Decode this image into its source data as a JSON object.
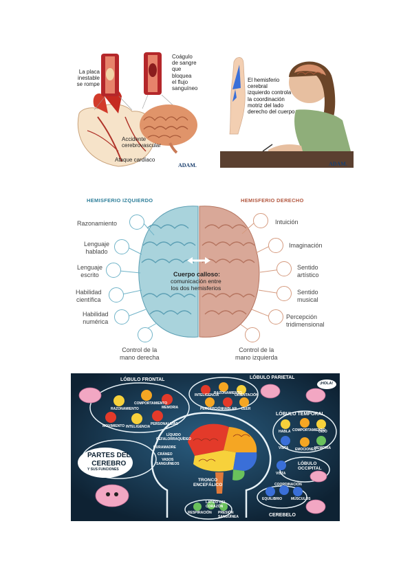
{
  "top_left": {
    "plaque_label": "La placa\ninestable\nse rompe",
    "clot_label": "Coágulo\nde sangre\nque\nbloquea\nel flujo\nsanguíneo",
    "stroke_label": "Accidente\ncerebrovascular",
    "heart_label": "Ataque cardíaco",
    "brand": "ADAM."
  },
  "top_right": {
    "caption": "El hemisferio\ncerebral\nizquierdo controla\nla coordinación\nmotriz del lado\nderecho del cuerpo",
    "brand": "ADAM."
  },
  "hemispheres": {
    "left_title": "HEMISFERIO IZQUIERDO",
    "right_title": "HEMISFERIO DERECHO",
    "left_items": [
      "Razonamiento",
      "Lenguaje\nhablado",
      "Lenguaje\nescrito",
      "Habilidad\ncientífica",
      "Habilidad\nnumérica"
    ],
    "left_bottom": "Control de la\nmano derecha",
    "right_items": [
      "Intuición",
      "Imaginación",
      "Sentido\nartístico",
      "Sentido\nmusical",
      "Percepción\ntridimensional"
    ],
    "right_bottom": "Control de la\nmano izquierda",
    "center_title": "Cuerpo calloso:",
    "center_text": "comunicación entre\nlos dos hemisferios",
    "colors": {
      "left": "#2f7f9a",
      "right": "#b2573f",
      "left_brain": "#a9d3dc",
      "right_brain": "#d9a898"
    }
  },
  "brain_parts": {
    "frontal": "LÓBULO FRONTAL",
    "parietal": "LÓBULO PARIETAL",
    "temporal": "LÓBULO TEMPORAL",
    "occipital": "LÓBULO\nOCCIPITAL",
    "cerebelo": "CEREBELO",
    "tronco": "TRONCO\nENCEFÁLICO",
    "title": "PARTES DEL\nCEREBRO",
    "subtitle": "Y SUS FUNCIONES",
    "hola": "¡HOLA!",
    "frontal_items": [
      "RAZONAMIENTO",
      "COMPORTAMIENTO",
      "MEMORIA",
      "MOVIMIENTO",
      "INTELIGENCIA",
      "PERSONALIDAD"
    ],
    "parietal_items": [
      "INTELIGENCIA",
      "RAZONAMIENTO",
      "ORIENTACIÓN",
      "PERCEPCIÓN",
      "HABLAR",
      "LEER"
    ],
    "temporal_items": [
      "HABLA",
      "COMPORTAMIENTO",
      "OÍDO",
      "VISTA",
      "EMOCIONES",
      "MEMORIA"
    ],
    "occipital_items": [
      "VISTA"
    ],
    "cerebelo_items": [
      "COORDINACIÓN",
      "EQUILIBRIO",
      "MÚSCULOS"
    ],
    "tronco_items": [
      "RESPIRACIÓN",
      "LATIDO DEL CORAZÓN",
      "PRESIÓN SANGUÍNEA"
    ],
    "meninges": [
      "LÍQUIDO\nCEFALORRAQUÍDEO",
      "DURAMADRE",
      "CRÁNEO",
      "VASOS\nSANGUÍNEOS"
    ],
    "colors": {
      "bg": "#0e2233",
      "accent": "#f2b53a"
    }
  }
}
